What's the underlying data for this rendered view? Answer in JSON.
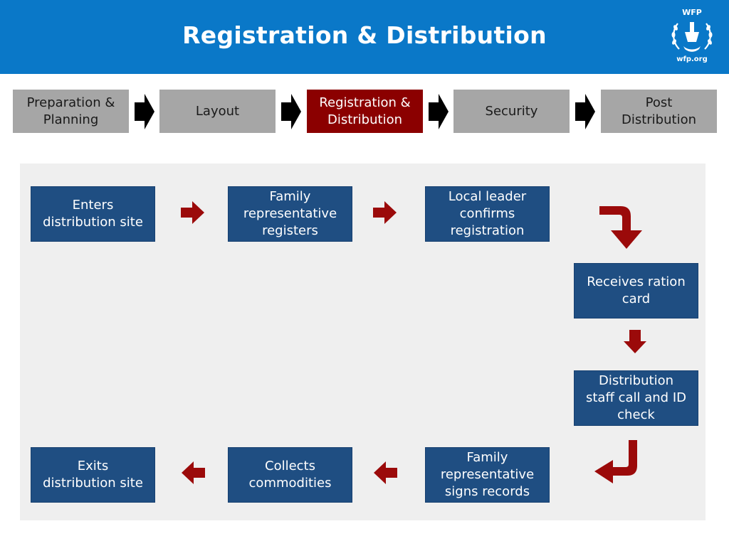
{
  "header": {
    "title": "Registration & Distribution",
    "logo_top": "WFP",
    "logo_bottom": "wfp.org"
  },
  "steps": [
    {
      "label": "Preparation &\nPlanning",
      "active": false
    },
    {
      "label": "Layout",
      "active": false
    },
    {
      "label": "Registration &\nDistribution",
      "active": true
    },
    {
      "label": "Security",
      "active": false
    },
    {
      "label": "Post\nDistribution",
      "active": false
    }
  ],
  "flow": [
    {
      "label": "Enters\ndistribution site"
    },
    {
      "label": "Family\nrepresentative\nregisters"
    },
    {
      "label": "Local leader\nconfirms\nregistration"
    },
    {
      "label": "Receives ration\ncard"
    },
    {
      "label": "Distribution\nstaff call and ID\ncheck"
    },
    {
      "label": "Family\nrepresentative\nsigns records"
    },
    {
      "label": "Collects\ncommodities"
    },
    {
      "label": "Exits\ndistribution site"
    }
  ],
  "colors": {
    "header_bg": "#0a78c8",
    "step_inactive": "#a6a6a6",
    "step_active": "#8b0000",
    "flow_box": "#1f4e82",
    "flow_arrow": "#9b0a0a",
    "panel_bg": "#efefef"
  }
}
